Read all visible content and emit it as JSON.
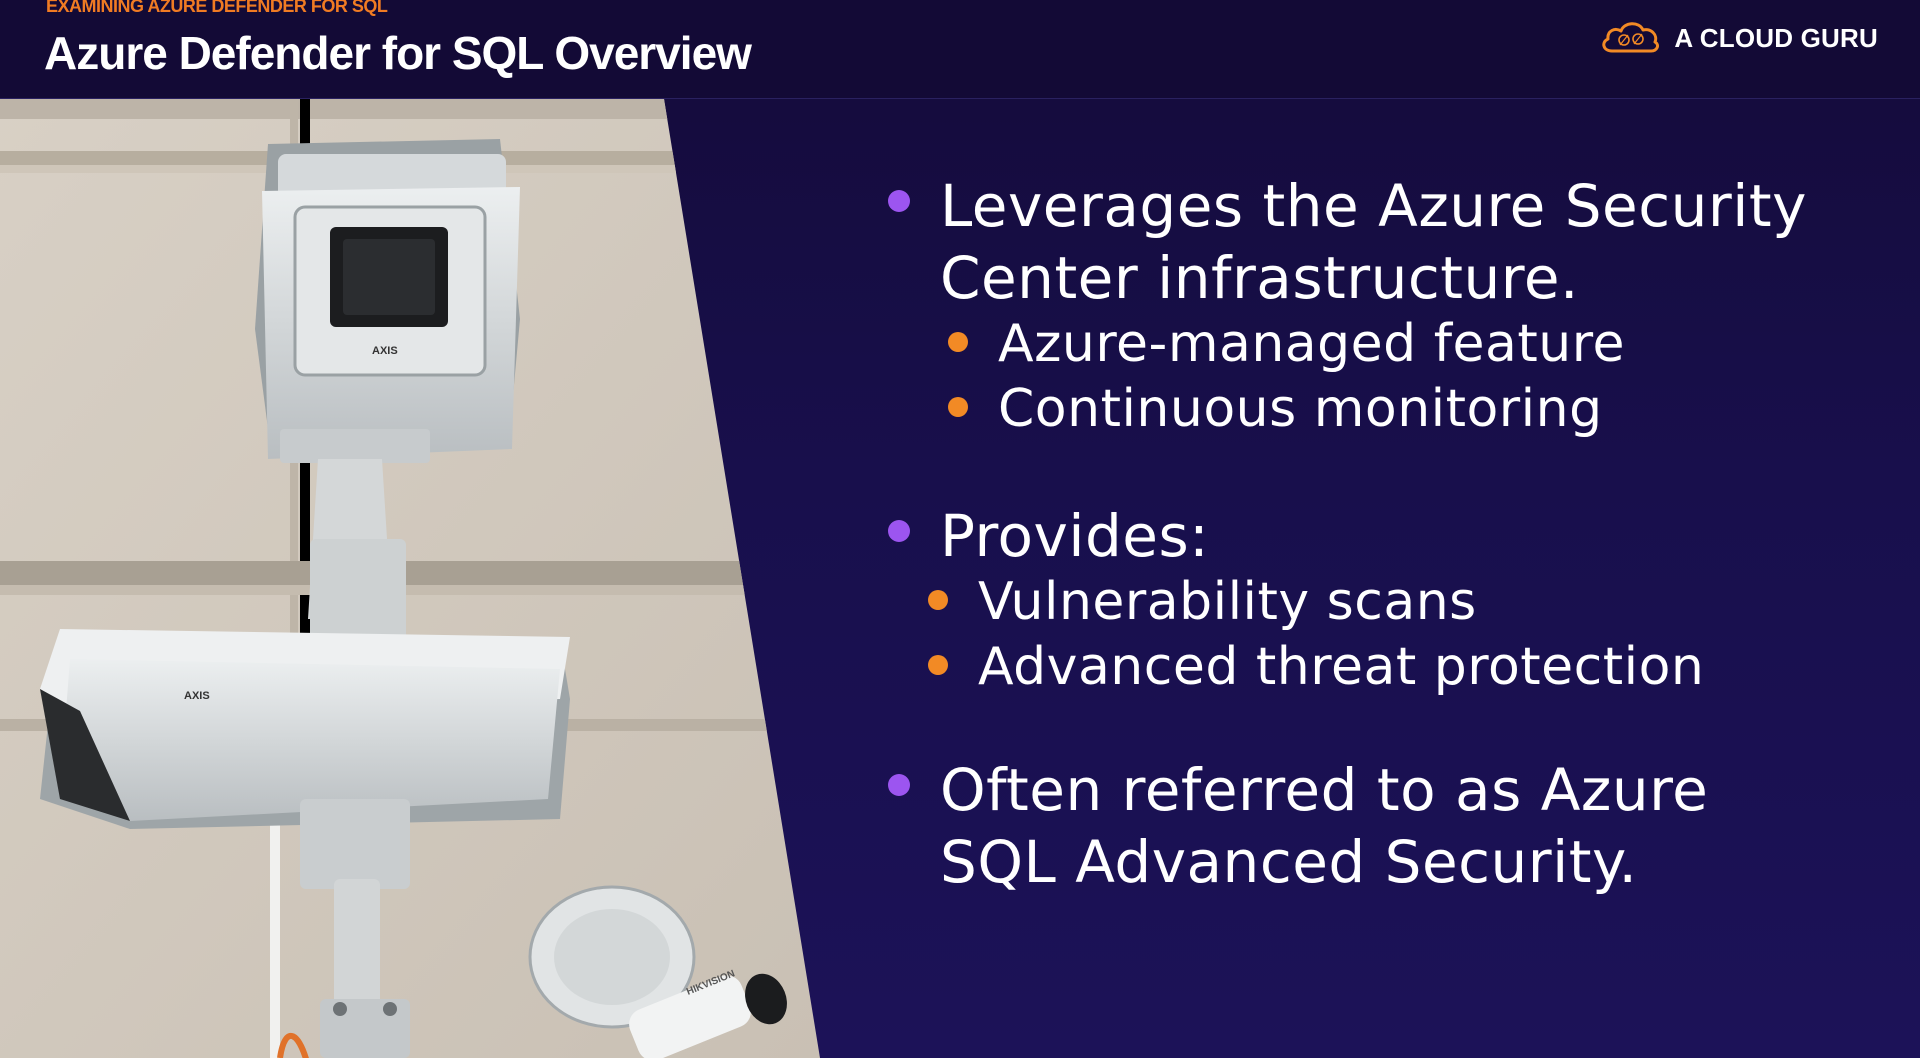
{
  "header": {
    "eyebrow": "EXAMINING AZURE DEFENDER FOR SQL",
    "title": "Azure Defender for SQL Overview",
    "brand_name": "A CLOUD GURU",
    "brand_icon": "cloud-logo-icon"
  },
  "photo": {
    "camera_brand_top": "AXIS",
    "camera_brand_middle": "AXIS",
    "camera_brand_small": "HIKVISION"
  },
  "bullets": [
    {
      "text": "Leverages the Azure Security Center infrastructure.",
      "lines": [
        "Leverages the Azure Security",
        "Center infrastructure."
      ],
      "subs": [
        "Azure-managed feature",
        "Continuous monitoring"
      ]
    },
    {
      "text": "Provides:",
      "lines": [
        "Provides:"
      ],
      "subs": [
        "Vulnerability scans",
        "Advanced threat protection"
      ]
    },
    {
      "text": "Often referred to as Azure SQL Advanced Security.",
      "lines": [
        "Often referred to as Azure",
        "SQL Advanced Security."
      ],
      "subs": []
    }
  ],
  "colors": {
    "background": "#180f4c",
    "eyebrow": "#f07b23",
    "primary_bullet": "#9c55f0",
    "secondary_bullet": "#f28a25",
    "text": "#ffffff"
  }
}
